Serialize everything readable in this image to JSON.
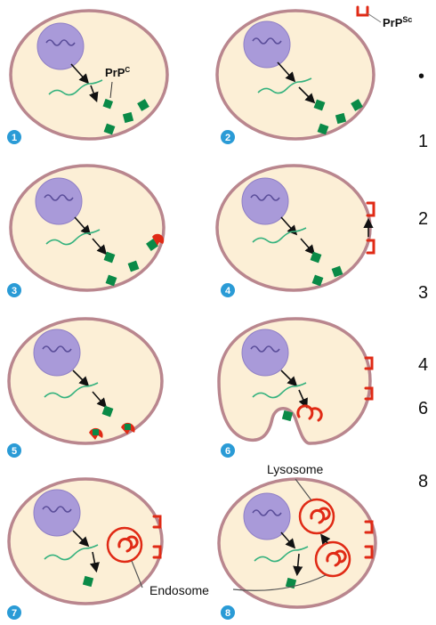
{
  "labels": {
    "legend_prpsc": "PrP",
    "legend_prpsc_sup": "Sc",
    "prpc": "PrP",
    "prpc_sup": "C",
    "lysosome": "Lysosome",
    "endosome": "Endosome"
  },
  "badges": [
    "1",
    "2",
    "3",
    "4",
    "5",
    "6",
    "7",
    "8"
  ],
  "side_column": [
    "•",
    "1",
    "2",
    "3",
    "4",
    "6",
    "8"
  ],
  "colors": {
    "cell_fill": "#fcefd6",
    "cell_membrane": "#b9868e",
    "nucleus": "#a99ad9",
    "mrna": "#35b27e",
    "prpc": "#0a8a47",
    "prpsc": "#e02a15",
    "badge": "#2a9bd6"
  }
}
